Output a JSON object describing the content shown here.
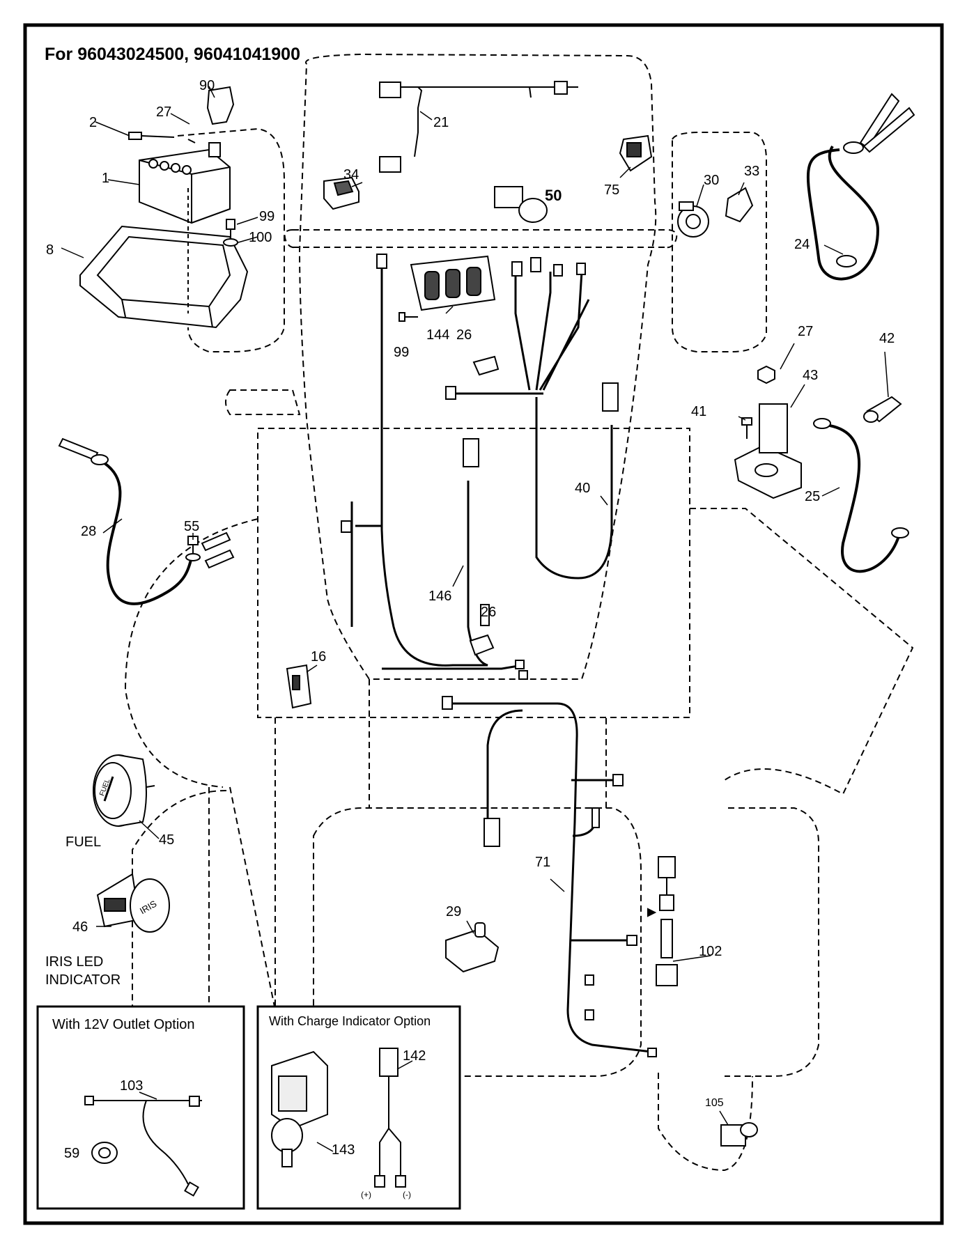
{
  "header": {
    "title": "For 96043024500, 96041041900"
  },
  "callouts": {
    "c1": "1",
    "c2": "2",
    "c8": "8",
    "c90": "90",
    "c27a": "27",
    "c99a": "99",
    "c100": "100",
    "c21": "21",
    "c34": "34",
    "c50": "50",
    "c75": "75",
    "c30": "30",
    "c33": "33",
    "c24": "24",
    "c144": "144",
    "c99b": "99",
    "c26a": "26",
    "c27b": "27",
    "c42": "42",
    "c43": "43",
    "c41": "41",
    "c25": "25",
    "c40": "40",
    "c146": "146",
    "c26b": "26",
    "c28": "28",
    "c55": "55",
    "c16": "16",
    "c45": "45",
    "c46": "46",
    "c71": "71",
    "c29": "29",
    "c102": "102",
    "c105": "105",
    "c103": "103",
    "c59": "59",
    "c142": "142",
    "c143": "143"
  },
  "labels": {
    "fuel": "FUEL",
    "iris_line1": "IRIS LED",
    "iris_line2": "INDICATOR",
    "gauge_fuel": "FUEL",
    "iris_badge": "IRIS",
    "plus": "(+)",
    "minus": "(-)"
  },
  "option_boxes": {
    "outlet": "With 12V Outlet Option",
    "charge": "With Charge Indicator Option"
  }
}
